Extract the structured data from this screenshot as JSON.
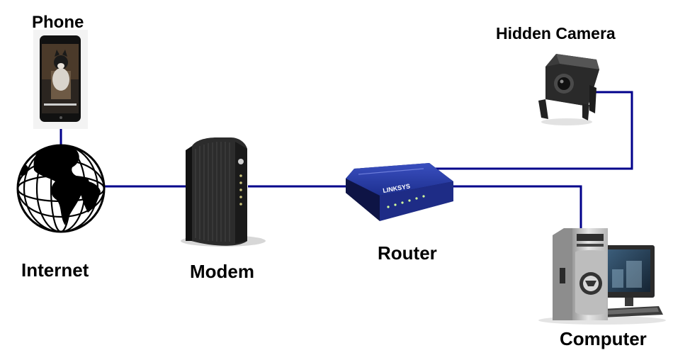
{
  "diagram": {
    "nodes": [
      {
        "id": "phone",
        "label": "Phone",
        "icon": "smartphone-icon"
      },
      {
        "id": "hidden-camera",
        "label": "Hidden Camera",
        "icon": "security-camera-icon"
      },
      {
        "id": "internet",
        "label": "Internet",
        "icon": "globe-icon"
      },
      {
        "id": "modem",
        "label": "Modem",
        "icon": "cable-modem-icon"
      },
      {
        "id": "router",
        "label": "Router",
        "icon": "router-icon"
      },
      {
        "id": "computer",
        "label": "Computer",
        "icon": "desktop-computer-icon"
      }
    ],
    "edges": [
      {
        "from": "phone",
        "to": "internet"
      },
      {
        "from": "internet",
        "to": "modem"
      },
      {
        "from": "modem",
        "to": "router"
      },
      {
        "from": "router",
        "to": "hidden-camera"
      },
      {
        "from": "router",
        "to": "computer"
      }
    ],
    "router_brand_text": "LINKSYS",
    "link_color": "#00008b"
  }
}
